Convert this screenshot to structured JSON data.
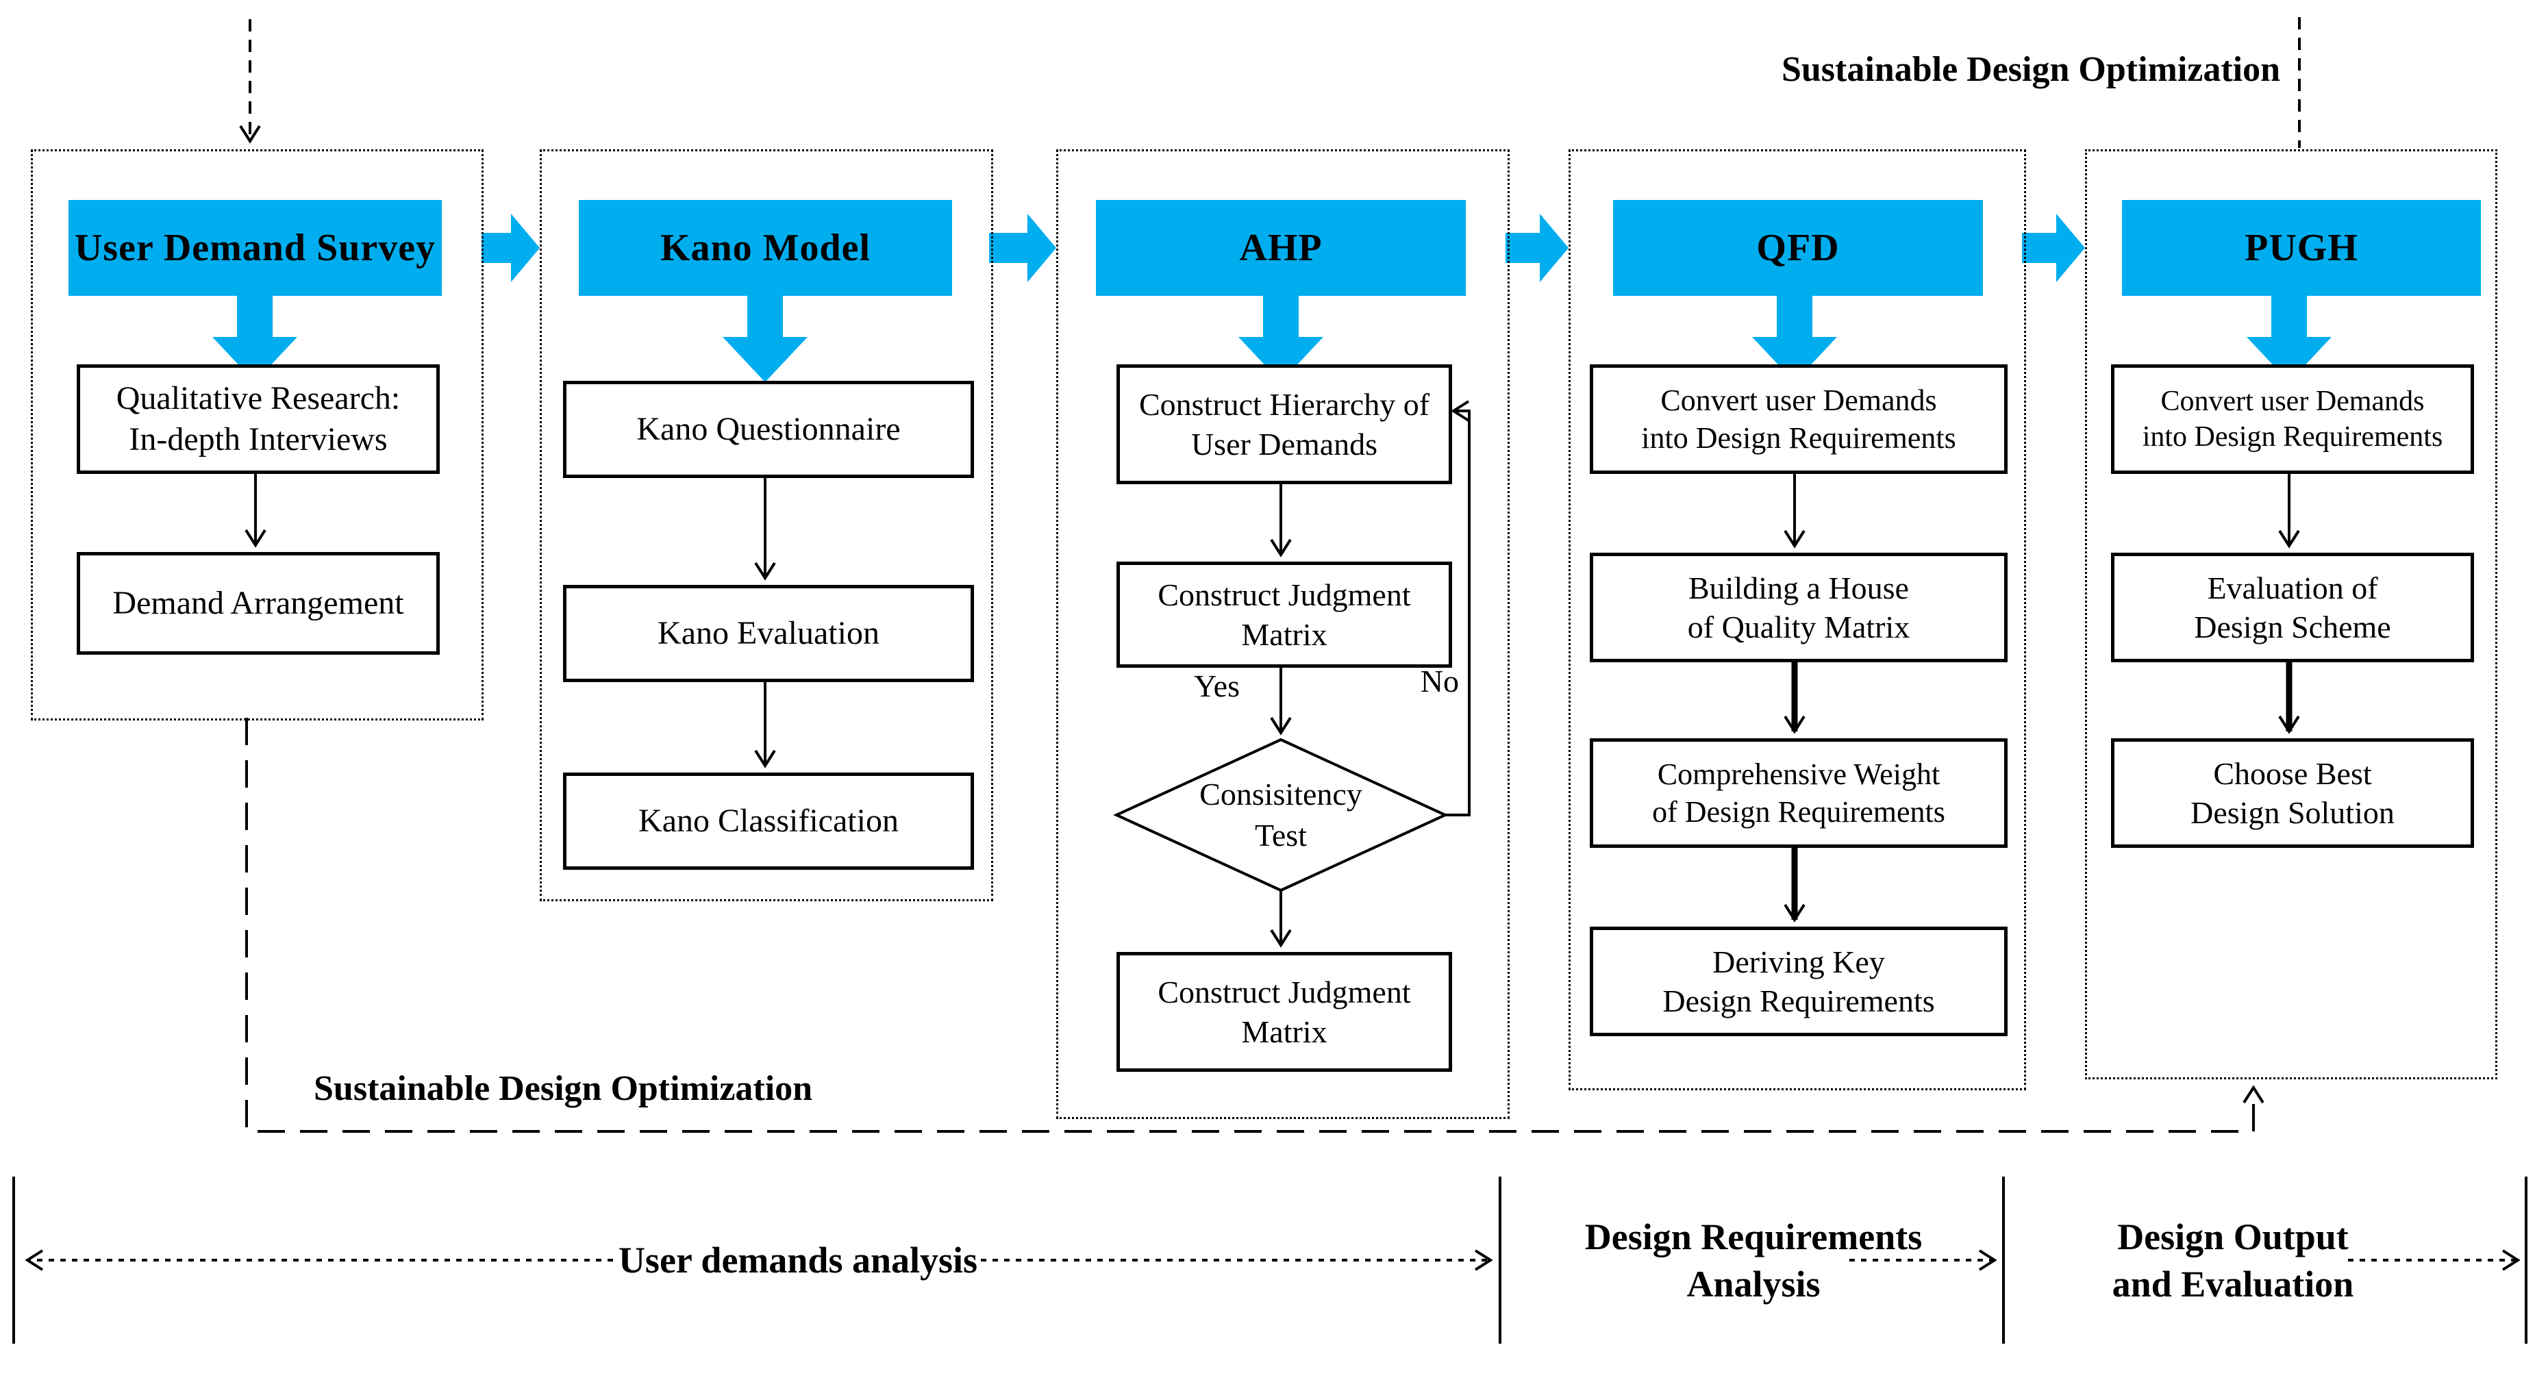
{
  "figure": {
    "top_loop_label": "Sustainable Design Optimization",
    "bottom_loop_label": "Sustainable Design Optimization",
    "decision_yes": "Yes",
    "decision_no": "No"
  },
  "columns": [
    {
      "header": "User Demand Survey",
      "boxes": [
        "Qualitative Research:\nIn-depth Interviews",
        "Demand Arrangement"
      ]
    },
    {
      "header": "Kano Model",
      "boxes": [
        "Kano Questionnaire",
        "Kano Evaluation",
        "Kano Classification"
      ]
    },
    {
      "header": "AHP",
      "boxes": [
        "Construct Hierarchy of\nUser Demands",
        "Construct Judgment\nMatrix",
        "Construct Judgment\nMatrix"
      ],
      "decision": "Consisitency\nTest"
    },
    {
      "header": "QFD",
      "boxes": [
        "Convert user Demands\ninto Design Requirements",
        "Building a House\nof Quality Matrix",
        "Comprehensive Weight\nof Design Requirements",
        "Deriving Key\nDesign Requirements"
      ]
    },
    {
      "header": "PUGH",
      "boxes": [
        "Convert user Demands\ninto Design Requirements",
        "Evaluation of\nDesign Scheme",
        "Choose Best\nDesign Solution"
      ]
    }
  ],
  "phases": [
    "User demands analysis",
    "Design Requirements\nAnalysis",
    "Design Output\nand Evaluation"
  ],
  "colors": {
    "accent_blue": "#00AEEF"
  }
}
